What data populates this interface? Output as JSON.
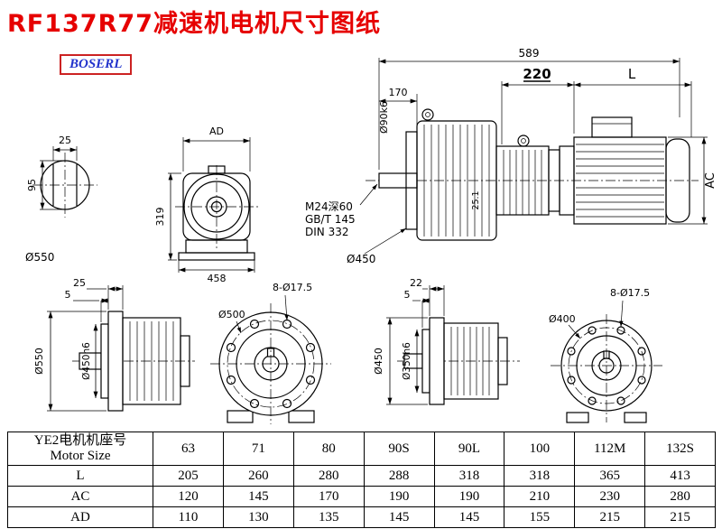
{
  "title": "RF137R77减速机电机尺寸图纸",
  "brand": {
    "logo_text": "BOSERL"
  },
  "colors": {
    "title": "#e60000",
    "logo_text": "#2233cc",
    "logo_border": "#cc2222",
    "line": "#000000"
  },
  "views": {
    "shaft_section": {
      "key_width": "25",
      "shaft_dia": "95",
      "flange_label": "Ø550"
    },
    "gearbox_front": {
      "dim_top": "AD",
      "dim_left": "319",
      "dim_bottom": "458"
    },
    "assembly": {
      "overall_len": "589",
      "shaft_len": "170",
      "adapter_len": "220",
      "motor_len": "L",
      "shaft_dia": "Ø90k6",
      "bore_note_1": "M24深60",
      "bore_note_2": "GB/T 145",
      "bore_note_3": "DIN 332",
      "flange_dia": "Ø450",
      "ratio_note": "25.1",
      "motor_dia": "AC"
    },
    "flange_side_a": {
      "flange_thk": "25",
      "spigot_thk": "5",
      "od": "Ø550",
      "spigot_dia": "Ø450h6"
    },
    "flange_front_a": {
      "holes_note": "8-Ø17.5",
      "bolt_circle": "Ø500"
    },
    "flange_side_b": {
      "flange_thk": "22",
      "spigot_thk": "5",
      "od": "Ø450",
      "spigot_dia": "Ø350h6"
    },
    "flange_front_b": {
      "holes_note": "8-Ø17.5",
      "bolt_circle": "Ø400"
    }
  },
  "table": {
    "header_cn": "YE2电机机座号",
    "header_en": "Motor Size",
    "sizes": [
      "63",
      "71",
      "80",
      "90S",
      "90L",
      "100",
      "112M",
      "132S"
    ],
    "rows": [
      {
        "label": "L",
        "values": [
          "205",
          "260",
          "280",
          "288",
          "318",
          "318",
          "365",
          "413"
        ]
      },
      {
        "label": "AC",
        "values": [
          "120",
          "145",
          "170",
          "190",
          "190",
          "210",
          "230",
          "280"
        ]
      },
      {
        "label": "AD",
        "values": [
          "110",
          "130",
          "135",
          "145",
          "145",
          "155",
          "215",
          "215"
        ]
      }
    ]
  }
}
